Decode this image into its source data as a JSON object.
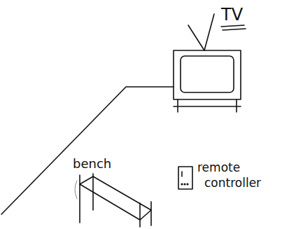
{
  "diagram": {
    "labels": [
      "TV",
      "bench",
      "remote controller"
    ]
  }
}
